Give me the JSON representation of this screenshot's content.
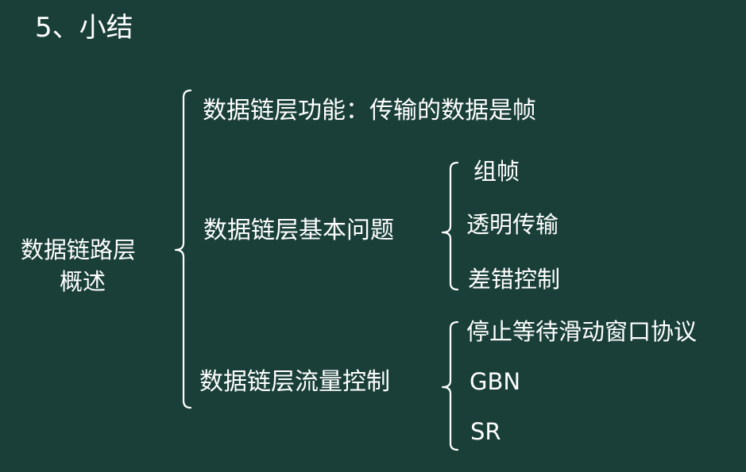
{
  "title": "5、小结",
  "root": {
    "line1": "数据链路层",
    "line2": "概述"
  },
  "branches": [
    {
      "label": "数据链层功能：传输的数据是帧"
    },
    {
      "label": "数据链层基本问题",
      "children": [
        "组帧",
        "透明传输",
        "差错控制"
      ]
    },
    {
      "label": "数据链层流量控制",
      "children": [
        "停止等待滑动窗口协议",
        "GBN",
        "SR"
      ]
    }
  ],
  "colors": {
    "background": "#193f38",
    "text": "#ffffff"
  }
}
